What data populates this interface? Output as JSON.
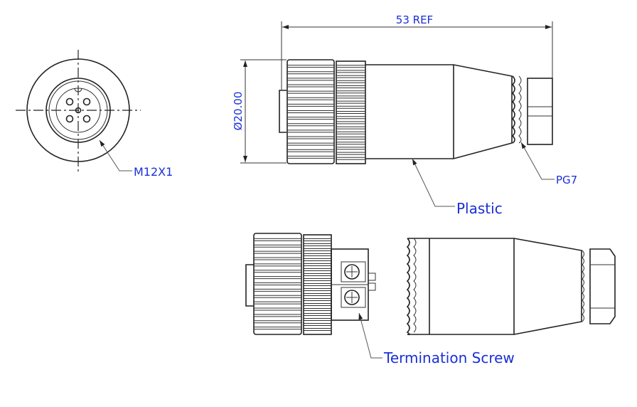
{
  "labels": {
    "thread_front": "M12X1",
    "overall_length": "53 REF",
    "diameter": "Ø20.00",
    "body_material": "Plastic",
    "cable_gland": "PG7",
    "termination": "Termination Screw"
  },
  "colors": {
    "line": "#222222",
    "label": "#1a2fd6"
  }
}
